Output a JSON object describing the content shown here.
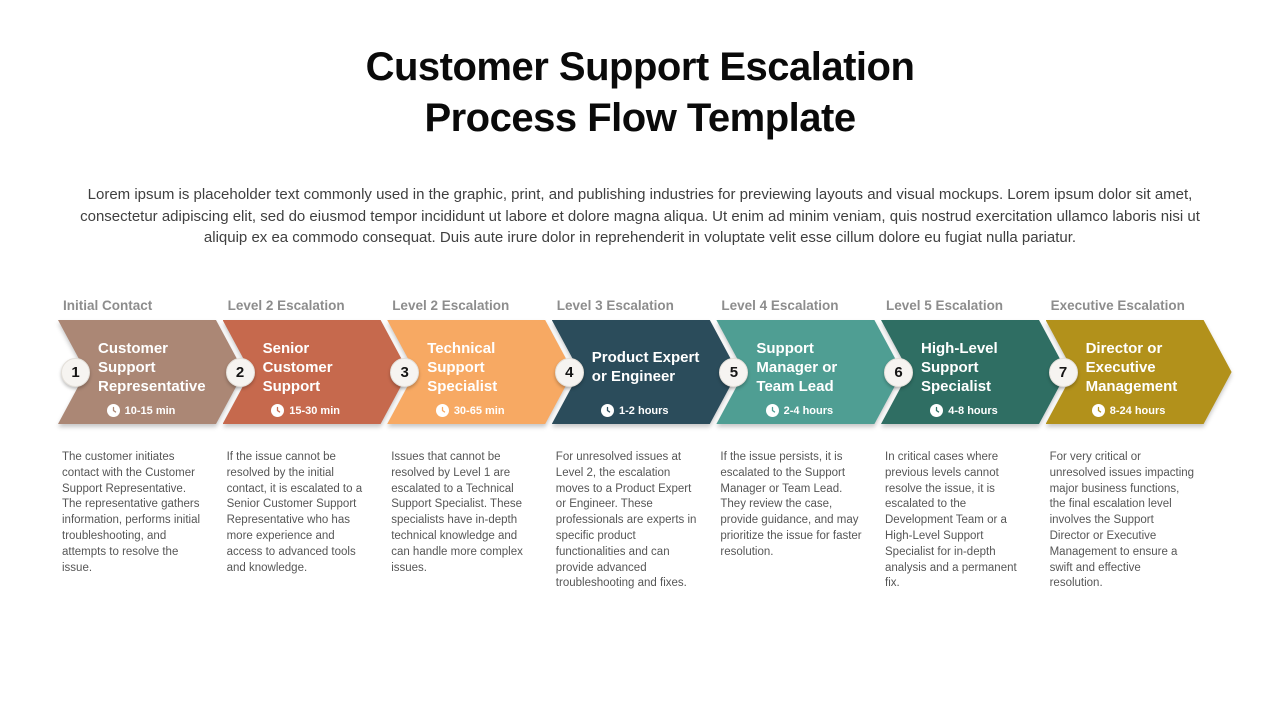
{
  "title": {
    "line1": "Customer Support Escalation",
    "line2": "Process Flow Template"
  },
  "intro": "Lorem ipsum is placeholder text commonly used in the graphic, print, and publishing industries for previewing layouts and visual mockups. Lorem ipsum dolor sit amet, consectetur adipiscing elit, sed do eiusmod tempor incididunt ut labore et dolore magna aliqua. Ut enim ad minim veniam, quis nostrud exercitation ullamco laboris nisi ut aliquip ex ea commodo consequat. Duis aute irure dolor in reprehenderit in voluptate velit esse cillum dolore eu fugiat nulla pariatur.",
  "steps": [
    {
      "number": "1",
      "level_label": "Initial Contact",
      "title": "Customer\nSupport\nRepresentative",
      "duration": "10-15 min",
      "color": "#ab8775",
      "description": "The customer initiates contact with the Customer Support Representative. The representative gathers information, performs initial troubleshooting, and attempts to resolve the issue."
    },
    {
      "number": "2",
      "level_label": "Level 2 Escalation",
      "title": "Senior\nCustomer\nSupport",
      "duration": "15-30 min",
      "color": "#c6694d",
      "description": "If the issue cannot be resolved by the initial contact, it is escalated to a Senior Customer Support Representative who has more experience and access to advanced tools and knowledge."
    },
    {
      "number": "3",
      "level_label": "Level 2 Escalation",
      "title": "Technical\nSupport\nSpecialist",
      "duration": "30-65 min",
      "color": "#f7a963",
      "description": "Issues that cannot be resolved by Level 1 are escalated to a Technical Support Specialist. These specialists have in-depth technical knowledge and can handle more complex issues."
    },
    {
      "number": "4",
      "level_label": "Level 3 Escalation",
      "title": "Product Expert\nor Engineer",
      "duration": "1-2 hours",
      "color": "#2b4c5b",
      "description": "For unresolved issues at Level 2, the escalation moves to a Product Expert or Engineer. These professionals are experts in specific product functionalities and can provide advanced troubleshooting and fixes."
    },
    {
      "number": "5",
      "level_label": "Level 4 Escalation",
      "title": "Support\nManager or\nTeam Lead",
      "duration": "2-4 hours",
      "color": "#4f9e93",
      "description": "If the issue persists, it is escalated to the Support Manager or Team Lead. They review the case, provide guidance, and may prioritize the issue for faster resolution."
    },
    {
      "number": "6",
      "level_label": "Level 5 Escalation",
      "title": "High-Level\nSupport\nSpecialist",
      "duration": "4-8 hours",
      "color": "#2f6e63",
      "description": "In critical cases where previous levels cannot resolve the issue, it is escalated to the Development Team or a High-Level Support Specialist for in-depth analysis and a permanent fix."
    },
    {
      "number": "7",
      "level_label": "Executive Escalation",
      "title": "Director or\nExecutive\nManagement",
      "duration": "8-24 hours",
      "color": "#b2911b",
      "description": "For very critical or unresolved issues impacting major business functions, the final escalation level involves the Support Director or Executive Management to ensure a swift and effective resolution."
    }
  ],
  "icons": {
    "clock": "clock-icon"
  },
  "layout_colors": {
    "background": "#ffffff",
    "title_text": "#0a0a0a",
    "intro_text": "#3f3f3f",
    "level_label_text": "#8d8d8d",
    "description_text": "#565656",
    "badge_fill": "#f6f4f1"
  }
}
